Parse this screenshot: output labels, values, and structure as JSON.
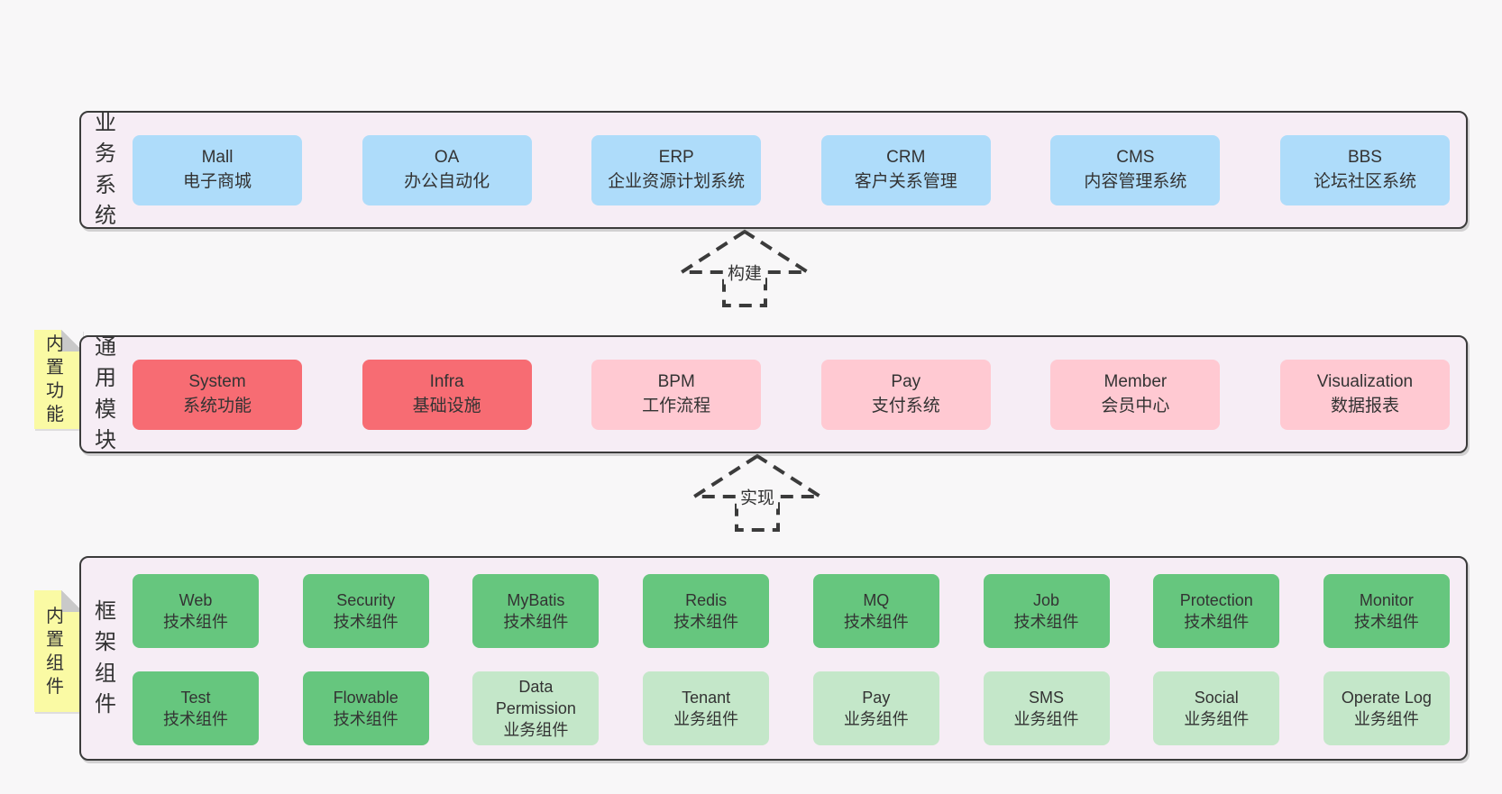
{
  "colors": {
    "page_bg": "#f8f7f8",
    "band_bg": "#f6edf5",
    "band_border": "#3b3b3b",
    "blue_box": "#aedcfa",
    "red_box": "#f76c73",
    "pink_box": "#ffc9d2",
    "green_dark_box": "#66c67e",
    "green_light_box": "#c4e7c9",
    "sticky_yellow": "#fafaa4",
    "sticky_fold_gray": "#c9c9c9",
    "text": "#333333"
  },
  "arrows": [
    {
      "label": "构建"
    },
    {
      "label": "实现"
    }
  ],
  "bands": [
    {
      "id": "business-systems",
      "label": "业务系统",
      "boxes": [
        {
          "title": "Mall",
          "subtitle": "电子商城",
          "color": "blue"
        },
        {
          "title": "OA",
          "subtitle": "办公自动化",
          "color": "blue"
        },
        {
          "title": "ERP",
          "subtitle": "企业资源计划系统",
          "color": "blue"
        },
        {
          "title": "CRM",
          "subtitle": "客户关系管理",
          "color": "blue"
        },
        {
          "title": "CMS",
          "subtitle": "内容管理系统",
          "color": "blue"
        },
        {
          "title": "BBS",
          "subtitle": "论坛社区系统",
          "color": "blue"
        }
      ]
    },
    {
      "id": "common-modules",
      "label": "通用模块",
      "sticky": "内置功能",
      "boxes": [
        {
          "title": "System",
          "subtitle": "系统功能",
          "color": "red"
        },
        {
          "title": "Infra",
          "subtitle": "基础设施",
          "color": "red"
        },
        {
          "title": "BPM",
          "subtitle": "工作流程",
          "color": "pink"
        },
        {
          "title": "Pay",
          "subtitle": "支付系统",
          "color": "pink"
        },
        {
          "title": "Member",
          "subtitle": "会员中心",
          "color": "pink"
        },
        {
          "title": "Visualization",
          "subtitle": "数据报表",
          "color": "pink"
        }
      ]
    },
    {
      "id": "framework-components",
      "label": "框架组件",
      "sticky": "内置组件",
      "rows": [
        [
          {
            "title": "Web",
            "subtitle": "技术组件",
            "color": "green-dark"
          },
          {
            "title": "Security",
            "subtitle": "技术组件",
            "color": "green-dark"
          },
          {
            "title": "MyBatis",
            "subtitle": "技术组件",
            "color": "green-dark"
          },
          {
            "title": "Redis",
            "subtitle": "技术组件",
            "color": "green-dark"
          },
          {
            "title": "MQ",
            "subtitle": "技术组件",
            "color": "green-dark"
          },
          {
            "title": "Job",
            "subtitle": "技术组件",
            "color": "green-dark"
          },
          {
            "title": "Protection",
            "subtitle": "技术组件",
            "color": "green-dark"
          },
          {
            "title": "Monitor",
            "subtitle": "技术组件",
            "color": "green-dark"
          }
        ],
        [
          {
            "title": "Test",
            "subtitle": "技术组件",
            "color": "green-dark"
          },
          {
            "title": "Flowable",
            "subtitle": "技术组件",
            "color": "green-dark"
          },
          {
            "title": "Data Permission",
            "subtitle": "业务组件",
            "color": "green-light"
          },
          {
            "title": "Tenant",
            "subtitle": "业务组件",
            "color": "green-light"
          },
          {
            "title": "Pay",
            "subtitle": "业务组件",
            "color": "green-light"
          },
          {
            "title": "SMS",
            "subtitle": "业务组件",
            "color": "green-light"
          },
          {
            "title": "Social",
            "subtitle": "业务组件",
            "color": "green-light"
          },
          {
            "title": "Operate Log",
            "subtitle": "业务组件",
            "color": "green-light"
          }
        ]
      ]
    }
  ]
}
